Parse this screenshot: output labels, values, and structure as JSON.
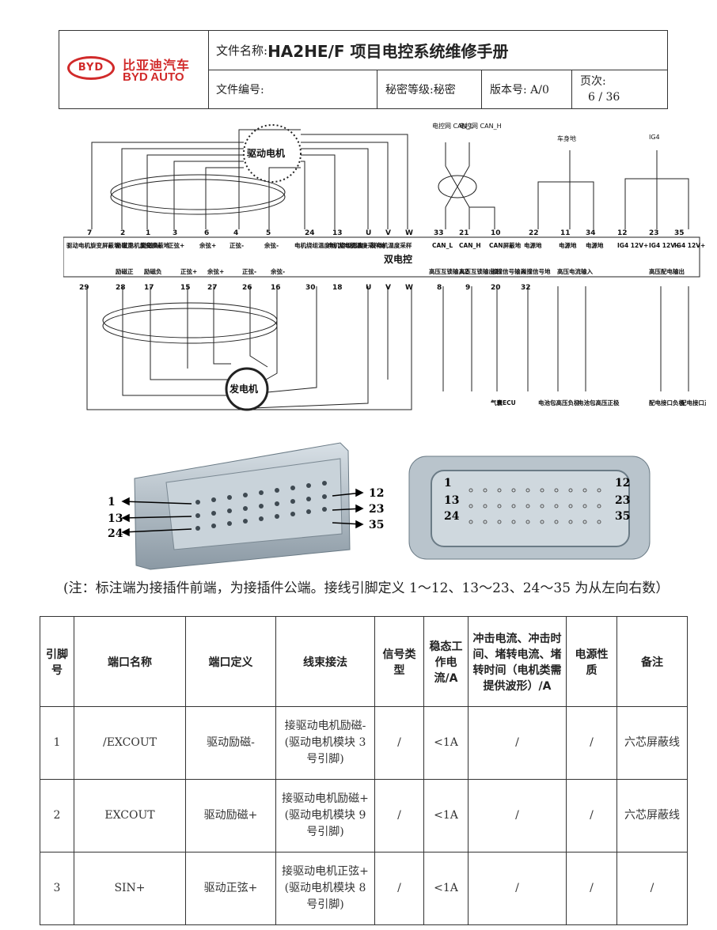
{
  "header": {
    "logo_mark": "BYD",
    "logo_cn": "比亚迪汽车",
    "logo_en": "BYD AUTO",
    "file_name_label": "文件名称:",
    "file_name": "HA2HE/F 项目电控系统维修手册",
    "file_no_label": "文件编号:",
    "secret_label": "秘密等级:秘密",
    "version_label": "版本号: A/0",
    "page_label": "页次:",
    "page_value": "6 / 36"
  },
  "diagram": {
    "drive_motor": "驱动电机",
    "generator": "发电机",
    "dual_controller": "双电控",
    "can_l_top": "电控网 CAN_L",
    "can_h_top": "电控网 CAN_H",
    "body_ground": "车身地",
    "ig4_top": "IG4",
    "top_pins": [
      "7",
      "2",
      "1",
      "3",
      "6",
      "4",
      "5",
      "24",
      "13",
      "U",
      "V",
      "W",
      "33",
      "21",
      "10",
      "22",
      "11",
      "34",
      "12",
      "23",
      "35"
    ],
    "top_labels": [
      "驱动电机旋变屏蔽地 发电机旋变屏蔽地",
      "励磁正",
      "励磁负",
      "正弦+",
      "余弦+",
      "正弦-",
      "余弦-",
      "电机绕组温度地 发电机温度采样地",
      "电机绕组温度+ 发电机温度采样",
      "CAN_L",
      "CAN_H",
      "CAN屏蔽地",
      "电源地",
      "电源地",
      "电源地",
      "IG4 12V+",
      "IG4 12V+",
      "IG4 12V+"
    ],
    "bottom_pins": [
      "29",
      "28",
      "17",
      "15",
      "27",
      "26",
      "16",
      "30",
      "18",
      "U",
      "V",
      "W",
      "8",
      "9",
      "20",
      "32"
    ],
    "bottom_labels": [
      "励磁正",
      "励磁负",
      "正弦+",
      "余弦+",
      "正弦-",
      "余弦-",
      "高压互锁输入2",
      "高压互锁输出1",
      "碰撞信号输入",
      "碰撞信号地",
      "高压电流输入",
      "高压配电输出"
    ],
    "outputs": [
      "气囊ECU",
      "电池包高压负极",
      "电池包高压正极",
      "配电接口负极",
      "配电接口正极"
    ]
  },
  "connector": {
    "left_labels": [
      "1",
      "13",
      "24"
    ],
    "right_labels": [
      "12",
      "23",
      "35"
    ]
  },
  "note": "(注：标注端为接插件前端，为接插件公端。接线引脚定义 1～12、13～23、24～35 为从左向右数）",
  "table": {
    "headers": [
      "引脚号",
      "端口名称",
      "端口定义",
      "线束接法",
      "信号类型",
      "稳态工作电流/A",
      "冲击电流、冲击时间、堵转电流、堵转时间（电机类需提供波形）/A",
      "电源性质",
      "备注"
    ],
    "rows": [
      [
        "1",
        "/EXCOUT",
        "驱动励磁-",
        "接驱动电机励磁-(驱动电机模块 3 号引脚)",
        "/",
        "<1A",
        "/",
        "/",
        "六芯屏蔽线"
      ],
      [
        "2",
        "EXCOUT",
        "驱动励磁+",
        "接驱动电机励磁+(驱动电机模块 9 号引脚)",
        "/",
        "<1A",
        "/",
        "/",
        "六芯屏蔽线"
      ],
      [
        "3",
        "SIN+",
        "驱动正弦+",
        "接驱动电机正弦+(驱动电机模块 8 号引脚)",
        "/",
        "<1A",
        "/",
        "/",
        "/"
      ]
    ]
  }
}
